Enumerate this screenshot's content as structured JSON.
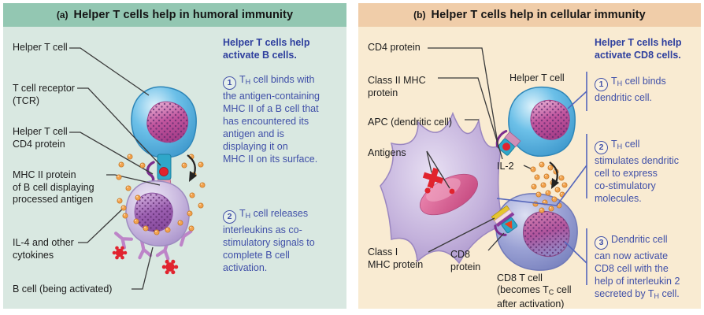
{
  "colors": {
    "panel_a_header": "#93c7b2",
    "panel_a_body": "#d9e8e1",
    "panel_b_header": "#f0cda9",
    "panel_b_body": "#f9ebd2",
    "step_text_blue": "#4050a8",
    "lead_text_blue": "#2e3f9e",
    "label_text": "#1d1d1d",
    "leader_line": "#3a3a3a",
    "bracket_line": "#5566bb",
    "helper_t_cell_blue": "#5cb6e4",
    "b_cell_lavender": "#c9b9de",
    "cd8_t_cell_periwinkle": "#99a0d2",
    "dendritic_cell_lavender": "#c4b2dc",
    "antigen_red": "#e1232e",
    "cytokine_orange": "#f2a24e",
    "tcr_cylinder_teal": "#2fa7c9",
    "mhc_pink": "#e89cb4",
    "cd4_purple": "#7b2d8e",
    "costim_yellow": "#e6c52e"
  },
  "panel_a": {
    "header_tag": "(a)",
    "header_title": "Helper T cells help in humoral immunity",
    "labels": {
      "helper_t": "Helper T cell",
      "tcr": "T cell receptor\n(TCR)",
      "cd4": "Helper T cell\nCD4 protein",
      "mhc2": "MHC II protein\nof B cell displaying\nprocessed antigen",
      "il4": "IL-4 and other\ncytokines",
      "b_cell": "B cell (being activated)"
    },
    "lead": "Helper T cells help\nactivate B cells.",
    "steps": [
      {
        "num": "1",
        "text": "T_H_ cell binds with\nthe antigen-containing\nMHC II of a B cell that\nhas encountered its\nantigen and is\ndisplaying it on\nMHC II on its surface."
      },
      {
        "num": "2",
        "text": "T_H_ cell releases\ninterleukins as co-\nstimulatory signals to\ncomplete B cell\nactivation."
      }
    ]
  },
  "panel_b": {
    "header_tag": "(b)",
    "header_title": "Helper T cells help in cellular immunity",
    "labels": {
      "cd4": "CD4 protein",
      "class2": "Class II MHC\nprotein",
      "apc": "APC (dendritic cell)",
      "antigens": "Antigens",
      "helper_t": "Helper T cell",
      "il2": "IL-2",
      "class1": "Class I\nMHC protein",
      "cd8_protein": "CD8\nprotein",
      "cd8_t": "CD8 T cell\n(becomes T_C_ cell\nafter activation)"
    },
    "lead": "Helper T cells help\nactivate CD8 cells.",
    "steps": [
      {
        "num": "1",
        "text": "T_H_ cell binds\ndendritic cell."
      },
      {
        "num": "2",
        "text": "T_H_ cell\nstimulates dendritic\ncell to express\nco-stimulatory\nmolecules."
      },
      {
        "num": "3",
        "text": "Dendritic cell\ncan now activate\nCD8 cell with the\nhelp of interleukin 2\nsecreted by T_H_ cell."
      }
    ]
  }
}
